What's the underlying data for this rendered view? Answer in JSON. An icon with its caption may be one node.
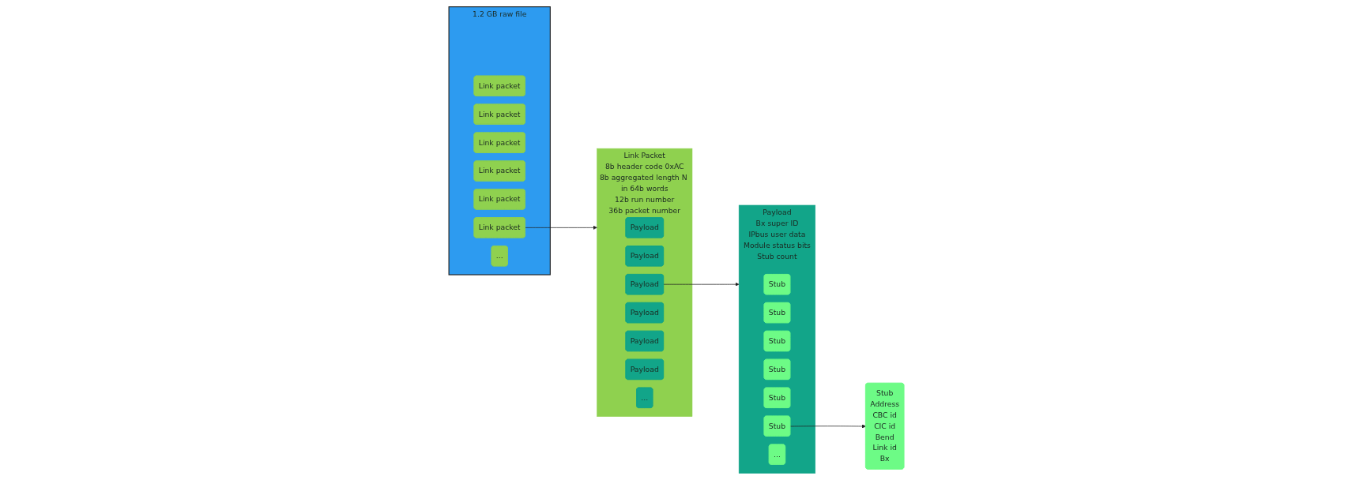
{
  "diagram": {
    "nodes": [
      {
        "text": [
          "1.2 GB raw file"
        ]
      },
      {
        "text": [
          "Link packet"
        ],
        "in": 0
      },
      {
        "text": [
          "Link packet"
        ],
        "in": 0
      },
      {
        "text": [
          "Link packet"
        ],
        "in": 0
      },
      {
        "text": [
          "Link packet"
        ],
        "in": 0
      },
      {
        "text": [
          "Link packet"
        ],
        "in": 0
      },
      {
        "text": [
          "Link packet"
        ],
        "in": 0
      },
      {
        "text": [
          "..."
        ],
        "in": 0
      },
      {
        "text": [
          "Link Packet",
          "8b header code 0xAC",
          "8b aggregated length N in 64b words",
          "12b run number",
          "36b packet number"
        ]
      },
      {
        "text": [
          "Payload"
        ],
        "in": 8
      },
      {
        "text": [
          "Payload"
        ],
        "in": 8
      },
      {
        "text": [
          "Payload"
        ],
        "in": 8
      },
      {
        "text": [
          "Payload"
        ],
        "in": 8
      },
      {
        "text": [
          "Payload"
        ],
        "in": 8
      },
      {
        "text": [
          "Payload"
        ],
        "in": 8
      },
      {
        "text": [
          "..."
        ],
        "in": 8
      },
      {
        "text": [
          "Payload",
          "Bx super ID",
          "IPbus user data",
          "Module status bits",
          "Stub count"
        ]
      },
      {
        "text": [
          "Stub"
        ],
        "in": 16
      },
      {
        "text": [
          "Stub"
        ],
        "in": 16
      },
      {
        "text": [
          "Stub"
        ],
        "in": 16
      },
      {
        "text": [
          "Stub"
        ],
        "in": 16
      },
      {
        "text": [
          "Stub"
        ],
        "in": 16
      },
      {
        "text": [
          "Stub"
        ],
        "in": 16
      },
      {
        "text": [
          "..."
        ],
        "in": 16
      },
      {
        "text": [
          "Stub",
          "Address",
          "CBC id",
          "CIC id",
          "Bend",
          "Link id",
          "Bx"
        ]
      }
    ],
    "edges": [
      {
        "from": 6,
        "to": 8,
        "arrow": "to"
      },
      {
        "from": 11,
        "to": 16,
        "arrow": "to"
      },
      {
        "from": 22,
        "to": 24,
        "arrow": "to"
      }
    ]
  }
}
